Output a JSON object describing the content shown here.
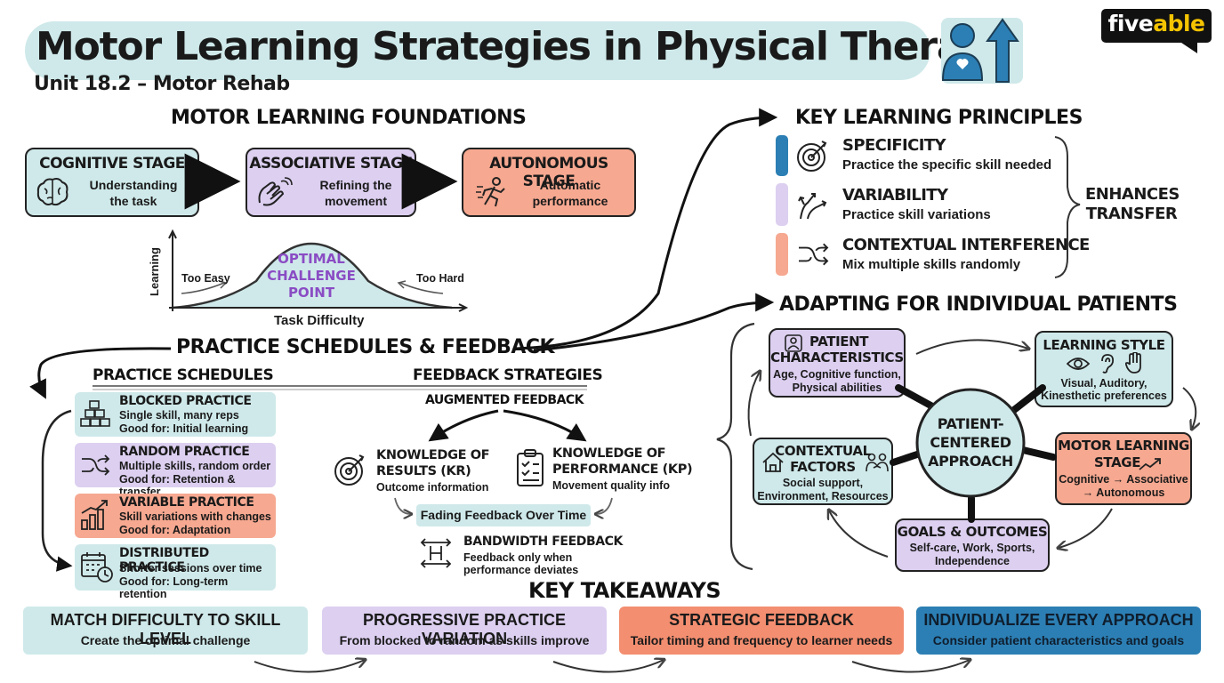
{
  "header": {
    "title": "Motor Learning Strategies in Physical Therapy",
    "subtitle": "Unit 18.2 – Motor Rehab",
    "logo": "fiveable",
    "icon": "person-arrow-up-icon",
    "colors": {
      "teal": "#cfe9ea",
      "purple": "#dccff0",
      "salmon": "#f6a890",
      "blue": "#2c7fb4"
    }
  },
  "foundations": {
    "heading": "MOTOR LEARNING FOUNDATIONS",
    "stages": [
      {
        "title": "COGNITIVE STAGE",
        "desc1": "Understanding",
        "desc2": "the task",
        "icon": "brain-icon"
      },
      {
        "title": "ASSOCIATIVE STAGE",
        "desc1": "Refining the",
        "desc2": "movement",
        "icon": "hands-icon"
      },
      {
        "title": "AUTONOMOUS STAGE",
        "desc1": "Automatic",
        "desc2": "performance",
        "icon": "running-person-icon"
      }
    ],
    "curve": {
      "ylabel": "Learning",
      "xlabel": "Task Difficulty",
      "left": "Too Easy",
      "right": "Too Hard",
      "peak1": "OPTIMAL",
      "peak2": "CHALLENGE",
      "peak3": "POINT"
    }
  },
  "practice": {
    "heading": "PRACTICE SCHEDULES & FEEDBACK",
    "schedules_heading": "PRACTICE SCHEDULES",
    "feedback_heading": "FEEDBACK STRATEGIES",
    "schedules": [
      {
        "title": "BLOCKED PRACTICE",
        "line1": "Single skill, many reps",
        "line2": "Good for: Initial learning",
        "icon": "blocks-icon"
      },
      {
        "title": "RANDOM PRACTICE",
        "line1": "Multiple skills, random order",
        "line2": "Good for: Retention & transfer",
        "icon": "shuffle-icon"
      },
      {
        "title": "VARIABLE PRACTICE",
        "line1": "Skill variations with changes",
        "line2": "Good for: Adaptation",
        "icon": "bar-chart-icon"
      },
      {
        "title": "DISTRIBUTED PRACTICE",
        "line1": "Shorter sessions over time",
        "line2": "Good for: Long-term retention",
        "icon": "calendar-clock-icon"
      }
    ],
    "feedback": {
      "augmented": "AUGMENTED FEEDBACK",
      "kr_title1": "KNOWLEDGE OF",
      "kr_title2": "RESULTS (KR)",
      "kr_desc": "Outcome information",
      "kp_title1": "KNOWLEDGE OF",
      "kp_title2": "PERFORMANCE (KP)",
      "kp_desc": "Movement quality info",
      "fading": "Fading Feedback Over Time",
      "bandwidth_title": "BANDWIDTH FEEDBACK",
      "bandwidth_line1": "Feedback only when",
      "bandwidth_line2": "performance deviates"
    }
  },
  "principles": {
    "heading": "KEY LEARNING PRINCIPLES",
    "items": [
      {
        "title": "SPECIFICITY",
        "desc": "Practice the specific skill needed",
        "icon": "target-icon",
        "color": "#2c7fb4"
      },
      {
        "title": "VARIABILITY",
        "desc": "Practice skill variations",
        "icon": "branching-arrows-icon",
        "color": "#dccff0"
      },
      {
        "title": "CONTEXTUAL INTERFERENCE",
        "desc": "Mix multiple skills randomly",
        "icon": "shuffle-icon",
        "color": "#f6a890"
      }
    ],
    "enhances1": "ENHANCES",
    "enhances2": "TRANSFER"
  },
  "adapting": {
    "heading": "ADAPTING FOR INDIVIDUAL PATIENTS",
    "center1": "PATIENT-",
    "center2": "CENTERED",
    "center3": "APPROACH",
    "patient": {
      "t1": "PATIENT",
      "t2": "CHARACTERISTICS",
      "d1": "Age, Cognitive function,",
      "d2": "Physical abilities"
    },
    "learning": {
      "t1": "LEARNING STYLE",
      "d1": "Visual, Auditory,",
      "d2": "Kinesthetic preferences"
    },
    "stage": {
      "t1": "MOTOR LEARNING",
      "t2": "STAGE",
      "d1": "Cognitive → Associative",
      "d2": "→ Autonomous"
    },
    "goals": {
      "t1": "GOALS & OUTCOMES",
      "d1": "Self-care, Work, Sports,",
      "d2": "Independence"
    },
    "context": {
      "t1": "CONTEXTUAL",
      "t2": "FACTORS",
      "d1": "Social support,",
      "d2": "Environment, Resources"
    }
  },
  "takeaways": {
    "heading": "KEY TAKEAWAYS",
    "items": [
      {
        "title": "MATCH DIFFICULTY TO SKILL LEVEL",
        "desc": "Create the optimal challenge"
      },
      {
        "title": "PROGRESSIVE PRACTICE VARIATION",
        "desc": "From blocked to random as skills improve"
      },
      {
        "title": "STRATEGIC FEEDBACK",
        "desc": "Tailor timing and frequency to learner needs"
      },
      {
        "title": "INDIVIDUALIZE EVERY APPROACH",
        "desc": "Consider patient characteristics and goals"
      }
    ]
  }
}
